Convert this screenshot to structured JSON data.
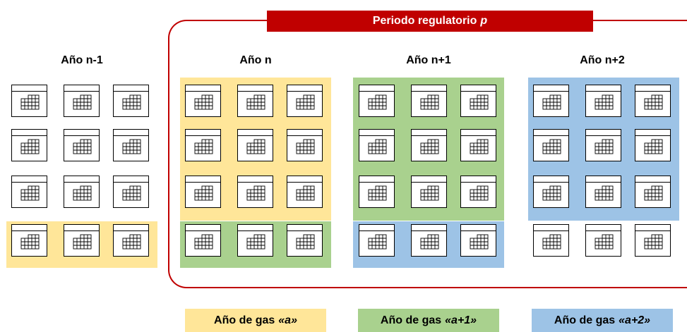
{
  "period": {
    "label": "Periodo regulatorio",
    "symbol": "p",
    "color": "#c00000"
  },
  "years": [
    "Año n-1",
    "Año n",
    "Año n+1",
    "Año n+2"
  ],
  "gas_years": [
    {
      "label": "Año de gas",
      "symbol": "«a»",
      "color": "#ffe699"
    },
    {
      "label": "Año de gas",
      "symbol": "«a+1»",
      "color": "#a9d18e"
    },
    {
      "label": "Año de gas",
      "symbol": "«a+2»",
      "color": "#9dc3e6"
    }
  ],
  "colors": {
    "yellow": "#ffe699",
    "green": "#a9d18e",
    "blue": "#9dc3e6",
    "frame": "#c00000"
  },
  "icon": "calendar-icon"
}
